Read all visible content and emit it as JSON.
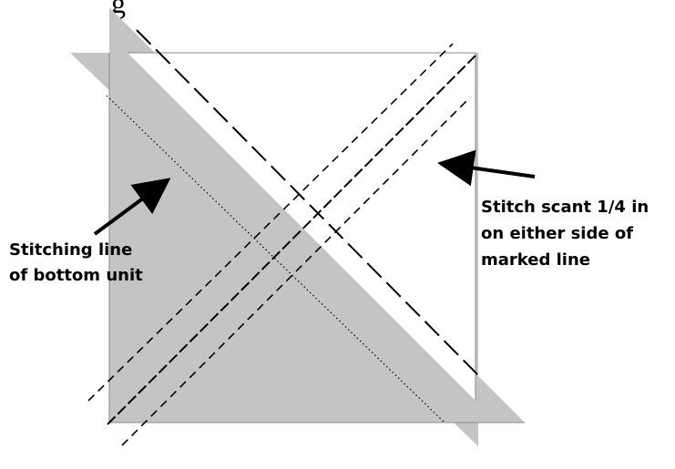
{
  "top_caption": "g",
  "labels": {
    "bottom_unit": [
      "Stitching line",
      "of bottom unit"
    ],
    "stitch_note": [
      "Stitch scant 1/4 in",
      "on either side of",
      "marked line"
    ]
  },
  "colors": {
    "fabric_gray": "#c4c4c4",
    "square_outline": "#8a8a8a",
    "line": "#000000",
    "background": "#ffffff"
  }
}
